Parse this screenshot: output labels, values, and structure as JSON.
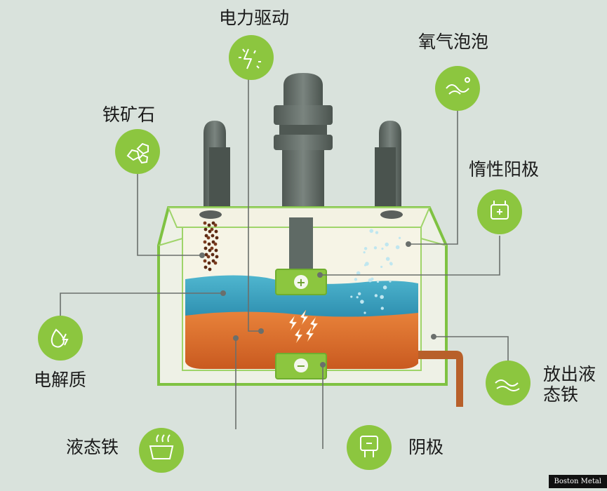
{
  "labels": {
    "power_drive": "电力驱动",
    "oxygen_bubbles": "氧气泡泡",
    "iron_ore": "铁矿石",
    "inert_anode": "惰性阳极",
    "electrolyte": "电解质",
    "tap_liquid_iron": "放出液态铁",
    "liquid_iron": "液态铁",
    "cathode": "阴极"
  },
  "electrodes": {
    "anode_sign": "+",
    "cathode_sign": "−"
  },
  "credit": "Boston Metal",
  "colors": {
    "background": "#d9e2dc",
    "icon_green": "#8cc63f",
    "frame_green": "#7fc242",
    "electrolyte": "#3fa4bf",
    "molten_iron": "#d9692b",
    "chimney": "#5f6a65"
  },
  "icons": [
    "lightning-icon",
    "bubbles-icon",
    "ore-icon",
    "anode-icon",
    "droplets-icon",
    "tap-icon",
    "pot-icon",
    "cathode-icon"
  ]
}
